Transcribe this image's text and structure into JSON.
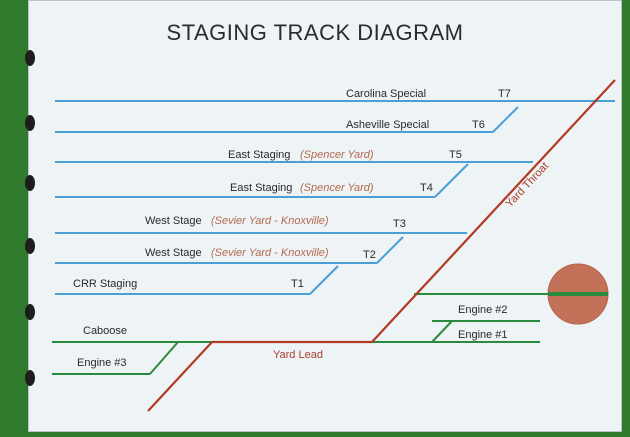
{
  "title": "STAGING TRACK DIAGRAM",
  "colors": {
    "staging_track": "#4a9fd6",
    "green_track": "#2c8a3e",
    "mainline": "#b23a22",
    "turntable": "#c4715a"
  },
  "tracks": [
    {
      "id": "T7",
      "name": "Carolina Special",
      "sub": ""
    },
    {
      "id": "T6",
      "name": "Asheville Special",
      "sub": ""
    },
    {
      "id": "T5",
      "name": "East Staging",
      "sub": "(Spencer Yard)"
    },
    {
      "id": "T4",
      "name": "East Staging",
      "sub": "(Spencer Yard)"
    },
    {
      "id": "T3",
      "name": "West Stage",
      "sub": "(Sevier Yard - Knoxville)"
    },
    {
      "id": "T2",
      "name": "West Stage",
      "sub": "(Sevier Yard - Knoxville)"
    },
    {
      "id": "T1",
      "name": "CRR Staging",
      "sub": ""
    }
  ],
  "labels": {
    "yard_throat": "Yard Throat",
    "yard_lead": "Yard Lead",
    "caboose": "Caboose",
    "engine3": "Engine #3",
    "engine2": "Engine #2",
    "engine1": "Engine #1"
  }
}
